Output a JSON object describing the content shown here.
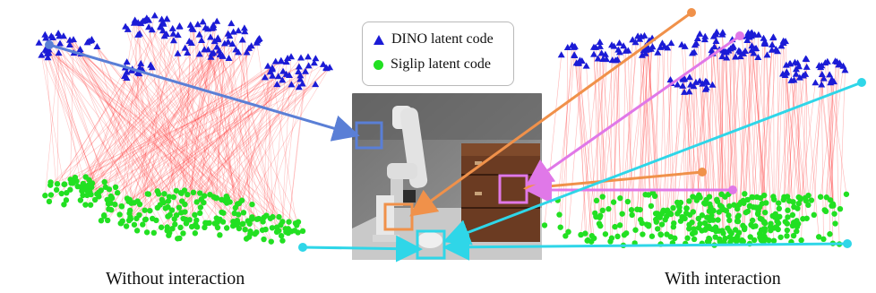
{
  "legend": {
    "items": [
      {
        "label": "DINO latent code",
        "symbol": "triangle",
        "color": "#1b1bd6"
      },
      {
        "label": "Siglip latent code",
        "symbol": "circle",
        "color": "#22e022"
      }
    ]
  },
  "panels": {
    "left": {
      "caption": "Without interaction"
    },
    "right": {
      "caption": "With interaction"
    }
  },
  "colors": {
    "dino": "#1b1bd6",
    "siglip": "#22e022",
    "link_lines": "#ff2a2a",
    "arrow_blue": "#5a7fd6",
    "arrow_orange": "#f0914a",
    "arrow_magenta": "#e078e8",
    "arrow_cyan": "#2fd6e8"
  }
}
